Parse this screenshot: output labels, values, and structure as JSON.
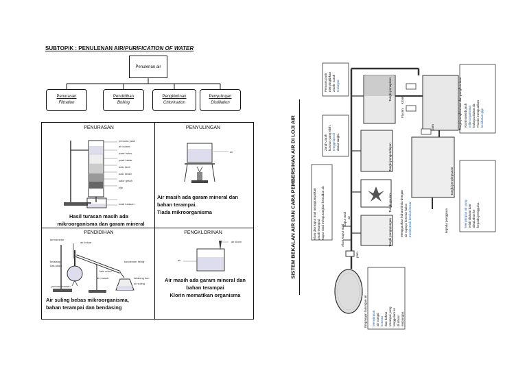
{
  "left": {
    "heading_plain": "SUBTOPIK : PENULENAN AIR/",
    "heading_italic": "PURIFICATION OF WATER",
    "root": "Penulenan air",
    "methods": [
      {
        "ms": "Penurasan",
        "en": "Filtration"
      },
      {
        "ms": "Pendidihan",
        "en": "Boiling"
      },
      {
        "ms": "Pengklorinan",
        "en": "Chlorination"
      },
      {
        "ms": "Penyulingan",
        "en": "Distillation"
      }
    ],
    "table": {
      "penurasan": {
        "title": "PENURASAN",
        "caption1": "Hasil turasan masih ada",
        "caption2": "mikroorganisma dan garam mineral",
        "labels": [
          "penuras pasir",
          "air kolam",
          "pasir halus",
          "pasir kasar",
          "batu kecil",
          "batu kelikir",
          "salur getah",
          "klip",
          "hasil turasan"
        ]
      },
      "penyulingan": {
        "title": "PENYULINGAN",
        "caption1": "Air masih ada garam mineral dan",
        "caption2": "bahan terampai.",
        "caption3": "Tiada mikroorganisma",
        "labels": [
          "air"
        ]
      },
      "pendidihan": {
        "title": "PENDIDIHAN",
        "caption1": "Air suling bebas mikroorganisma,",
        "caption2": "bahan terampai dan bendasing",
        "labels": [
          "termometer",
          "air keluar",
          "kelalang",
          "batu didih",
          "kaki retort",
          "air masuk",
          "kondenser liebig",
          "kelalang kon",
          "air suling",
          "penunu bunsen"
        ]
      },
      "pengklorinan": {
        "title": "PENGKLORINAN",
        "caption1": "Air masih ada garam mineral dan",
        "caption2": "bahan terampai",
        "caption3": "Klorin mematikan organisma",
        "labels": [
          "air klorin",
          "air"
        ]
      }
    }
  },
  "right": {
    "title": "SISTEM BEKALAN AIR DAN CARA PEMBERSIHAN AIR DI LOJI AIR",
    "texts": {
      "penuras_pasir": [
        "Penuras pasir",
        "menyingkirkan",
        "zarah-",
        "zarah",
        "terampai"
      ],
      "zarah_zarah": [
        "Zarah-zarah",
        "kotoran yang lebih",
        "tenggelam di",
        "dasar tangki."
      ],
      "alum": [
        "Alum dan kapur mati menggumpalkan",
        "zarah terampai.",
        "Kapur mati mengurangkan keasidan air."
      ],
      "alum_kapur": [
        "Alum  Kapur mati"
      ],
      "menggaulkan": [
        "Menggaulkan bahan kimia dengan",
        "air supaya kotoran halus",
        "membentuk ketulan besar"
      ],
      "empangan_label": "Empangan takungan air",
      "menyimpan": [
        "Menyimpan",
        "air sungai",
        "kotoran",
        "dan bahan",
        "terampai yang",
        "tenggelam ke",
        "di dasar",
        "empangan."
      ],
      "klorin": [
        "Klorin membunuh",
        "mikroorganisma",
        "bahaya dalam air.",
        "Fluorin menguatkan",
        "kesihatan gigi"
      ],
      "menyimpan2": [
        "Menyimpan air yang",
        "telah dirawat dan",
        "disalurkan ke",
        "kepada pengguna."
      ],
      "tangki_labels": [
        "Tangki pengapungan",
        "Tangki pengendapan",
        "Tangki gaulan",
        "Tangki penapisan",
        "Tangki penyimpanan",
        "Tangki pengklorinan dan pengfluorinan"
      ],
      "small_labels": [
        "Klorin",
        "Fluorin",
        "air",
        "kapur mati",
        "pam",
        "pam",
        "kepada pengguna"
      ]
    }
  }
}
